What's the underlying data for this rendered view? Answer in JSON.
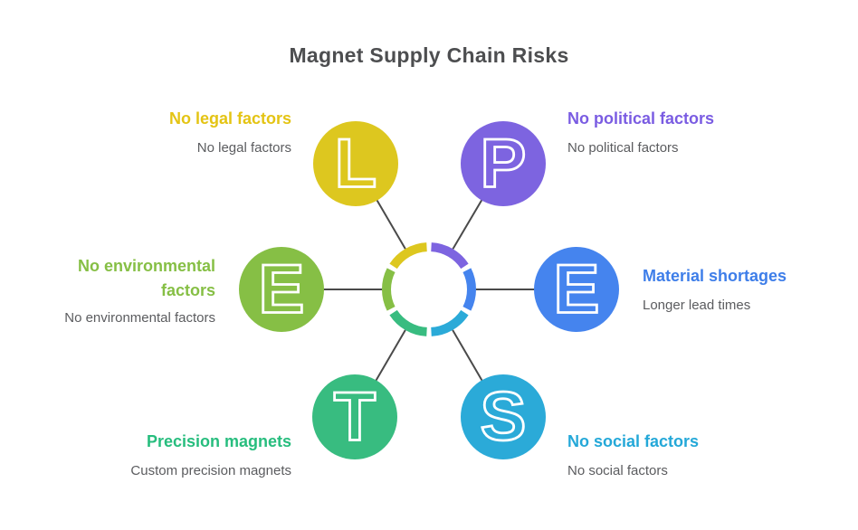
{
  "title": "Magnet Supply Chain Risks",
  "nodes": [
    {
      "id": "legal",
      "letter": "L",
      "heading": "No legal factors",
      "subtitle": "No legal factors",
      "circle_color": "#ddc71f",
      "heading_color": "#e4c414"
    },
    {
      "id": "political",
      "letter": "P",
      "heading": "No political factors",
      "subtitle": "No political factors",
      "circle_color": "#7d64e0",
      "heading_color": "#7a5ce2"
    },
    {
      "id": "environmental",
      "letter": "E",
      "heading": "No environmental factors",
      "subtitle": "No environmental factors",
      "circle_color": "#86bf45",
      "heading_color": "#86bf45"
    },
    {
      "id": "economic",
      "letter": "E",
      "heading": "Material shortages",
      "subtitle": "Longer lead times",
      "circle_color": "#4584ee",
      "heading_color": "#3e7ee9"
    },
    {
      "id": "technological",
      "letter": "T",
      "heading": "Precision magnets",
      "subtitle": "Custom precision magnets",
      "circle_color": "#38bc80",
      "heading_color": "#27bd7e"
    },
    {
      "id": "social",
      "letter": "S",
      "heading": "No social factors",
      "subtitle": "No social factors",
      "circle_color": "#2baad8",
      "heading_color": "#24a8d8"
    }
  ],
  "ring": {
    "segments": [
      {
        "name": "legal",
        "color": "#ddc71f"
      },
      {
        "name": "political",
        "color": "#7d64e0"
      },
      {
        "name": "environmental",
        "color": "#86bf45"
      },
      {
        "name": "economic",
        "color": "#4584ee"
      },
      {
        "name": "technological",
        "color": "#38bc80"
      },
      {
        "name": "social",
        "color": "#2baad8"
      }
    ]
  },
  "colors": {
    "connector": "#4a4a4a",
    "title_text": "#4d4e50",
    "subtitle_text": "#5b5c5f",
    "background": "#ffffff"
  }
}
